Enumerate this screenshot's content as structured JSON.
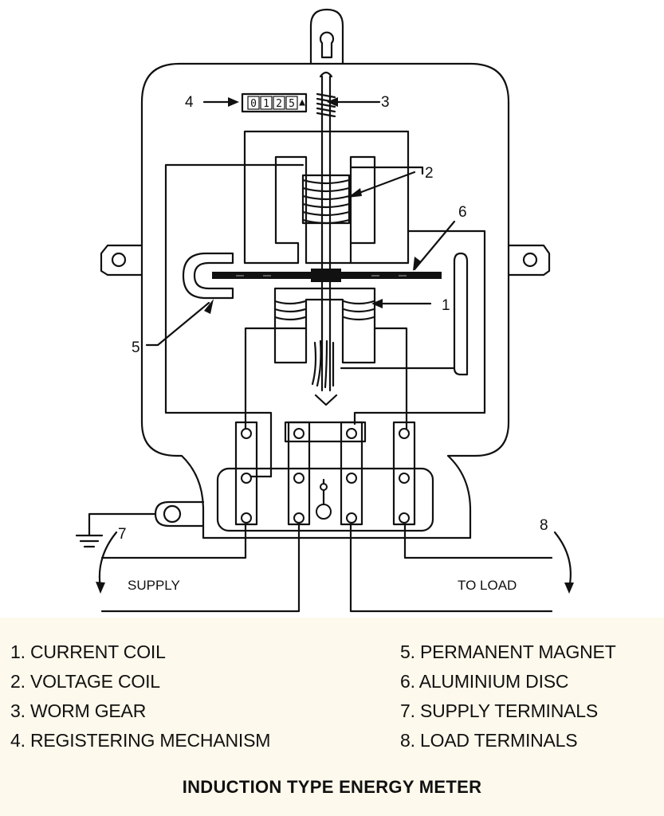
{
  "diagram": {
    "register_digits": "0125",
    "register_arrow": "▲",
    "callouts": [
      "1",
      "2",
      "3",
      "4",
      "5",
      "6",
      "7",
      "8"
    ],
    "supply_label": "SUPPLY",
    "load_label": "TO LOAD"
  },
  "legend": {
    "left": [
      "1. CURRENT COIL",
      "2. VOLTAGE COIL",
      "3. WORM GEAR",
      "4. REGISTERING MECHANISM"
    ],
    "right": [
      "5. PERMANENT MAGNET",
      "6. ALUMINIUM DISC",
      "7. SUPPLY TERMINALS",
      "8. LOAD TERMINALS"
    ]
  },
  "caption": "INDUCTION TYPE ENERGY METER",
  "colors": {
    "background": "#fdf9ec",
    "ink": "#111111"
  }
}
